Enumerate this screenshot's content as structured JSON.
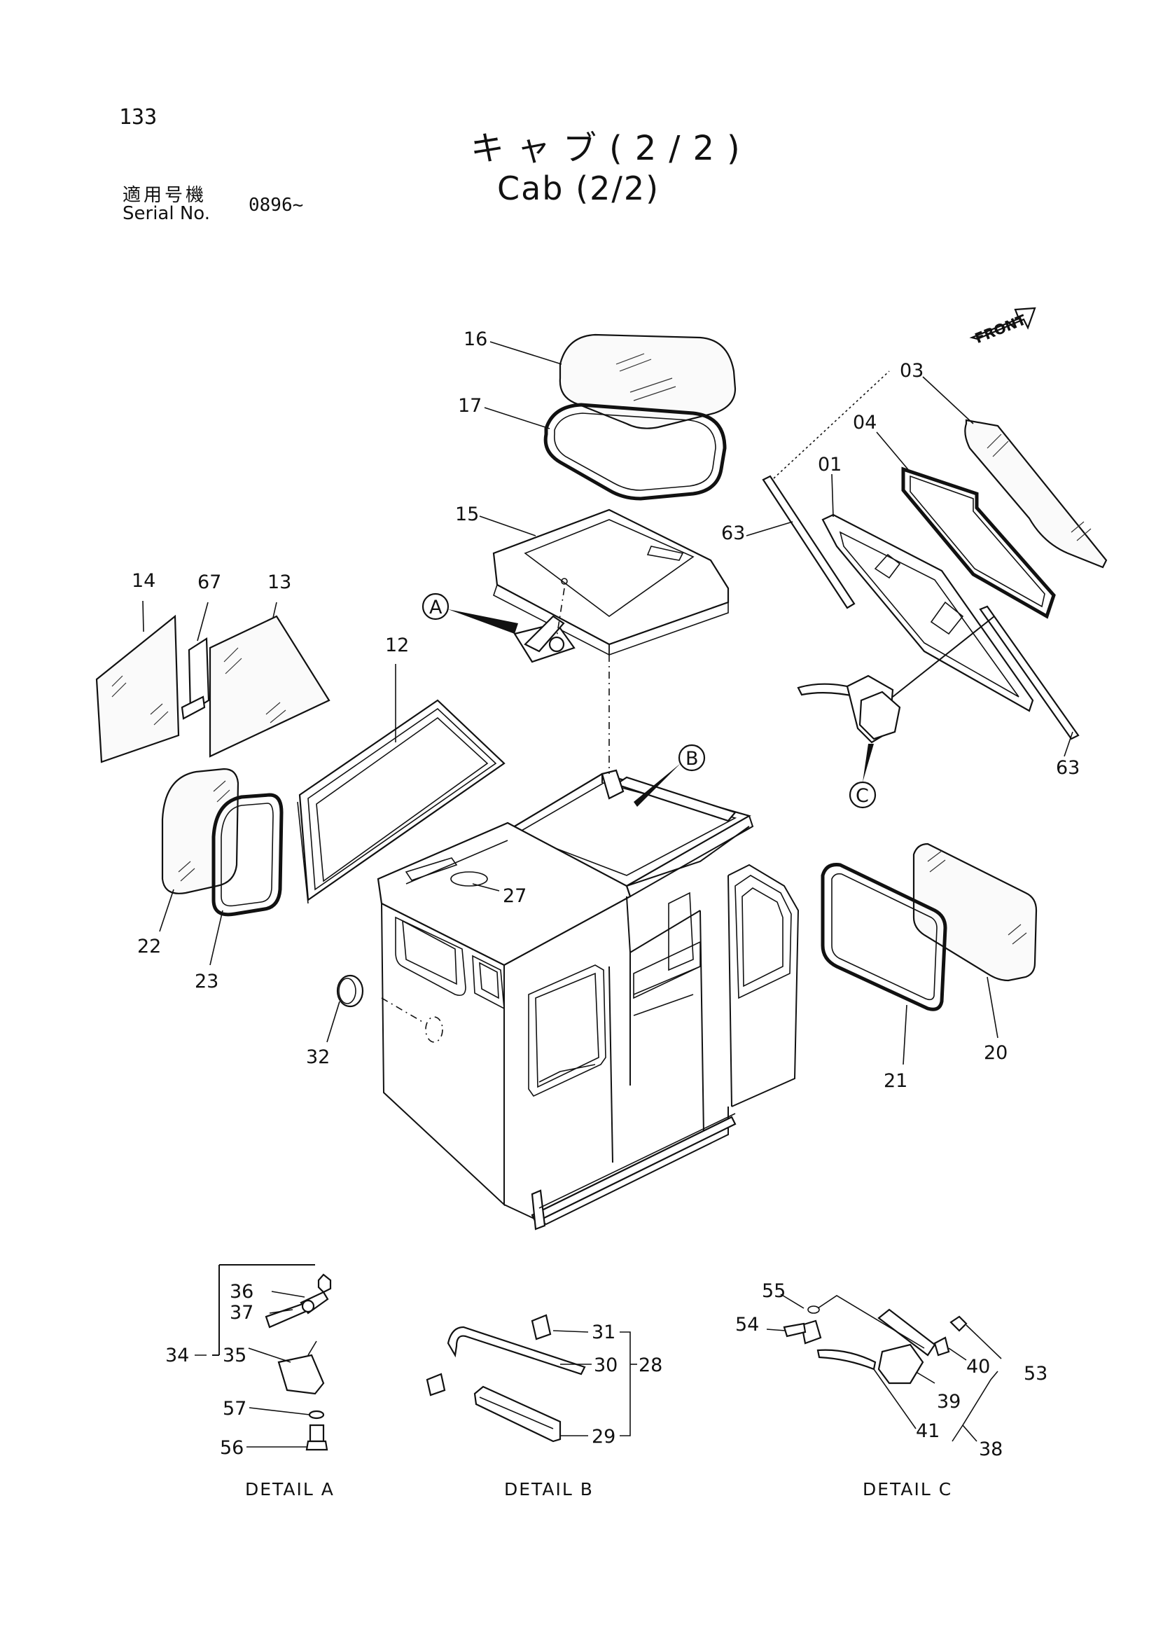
{
  "page": {
    "number": "133"
  },
  "title": {
    "japanese": "キャブ(2/2)",
    "english": "Cab (2/2)"
  },
  "serial": {
    "label_jp": "適用号機",
    "label_en": "Serial No.",
    "value": "0896~"
  },
  "front_marker": "FRONT",
  "detail_callouts": [
    "A",
    "B",
    "C"
  ],
  "part_labels": {
    "p16": "16",
    "p17": "17",
    "p15": "15",
    "p03": "03",
    "p04": "04",
    "p01": "01",
    "p63a": "63",
    "p63b": "63",
    "p14": "14",
    "p67": "67",
    "p13": "13",
    "p12": "12",
    "p22": "22",
    "p23": "23",
    "p27": "27",
    "p32": "32",
    "p21": "21",
    "p20": "20",
    "p36": "36",
    "p37": "37",
    "p34": "34",
    "p35": "35",
    "p57": "57",
    "p56": "56",
    "p31": "31",
    "p30": "30",
    "p28": "28",
    "p29": "29",
    "p55": "55",
    "p54": "54",
    "p40": "40",
    "p53": "53",
    "p39": "39",
    "p41": "41",
    "p38": "38"
  },
  "detail_labels": {
    "a": "DETAIL A",
    "b": "DETAIL B",
    "c": "DETAIL C"
  }
}
